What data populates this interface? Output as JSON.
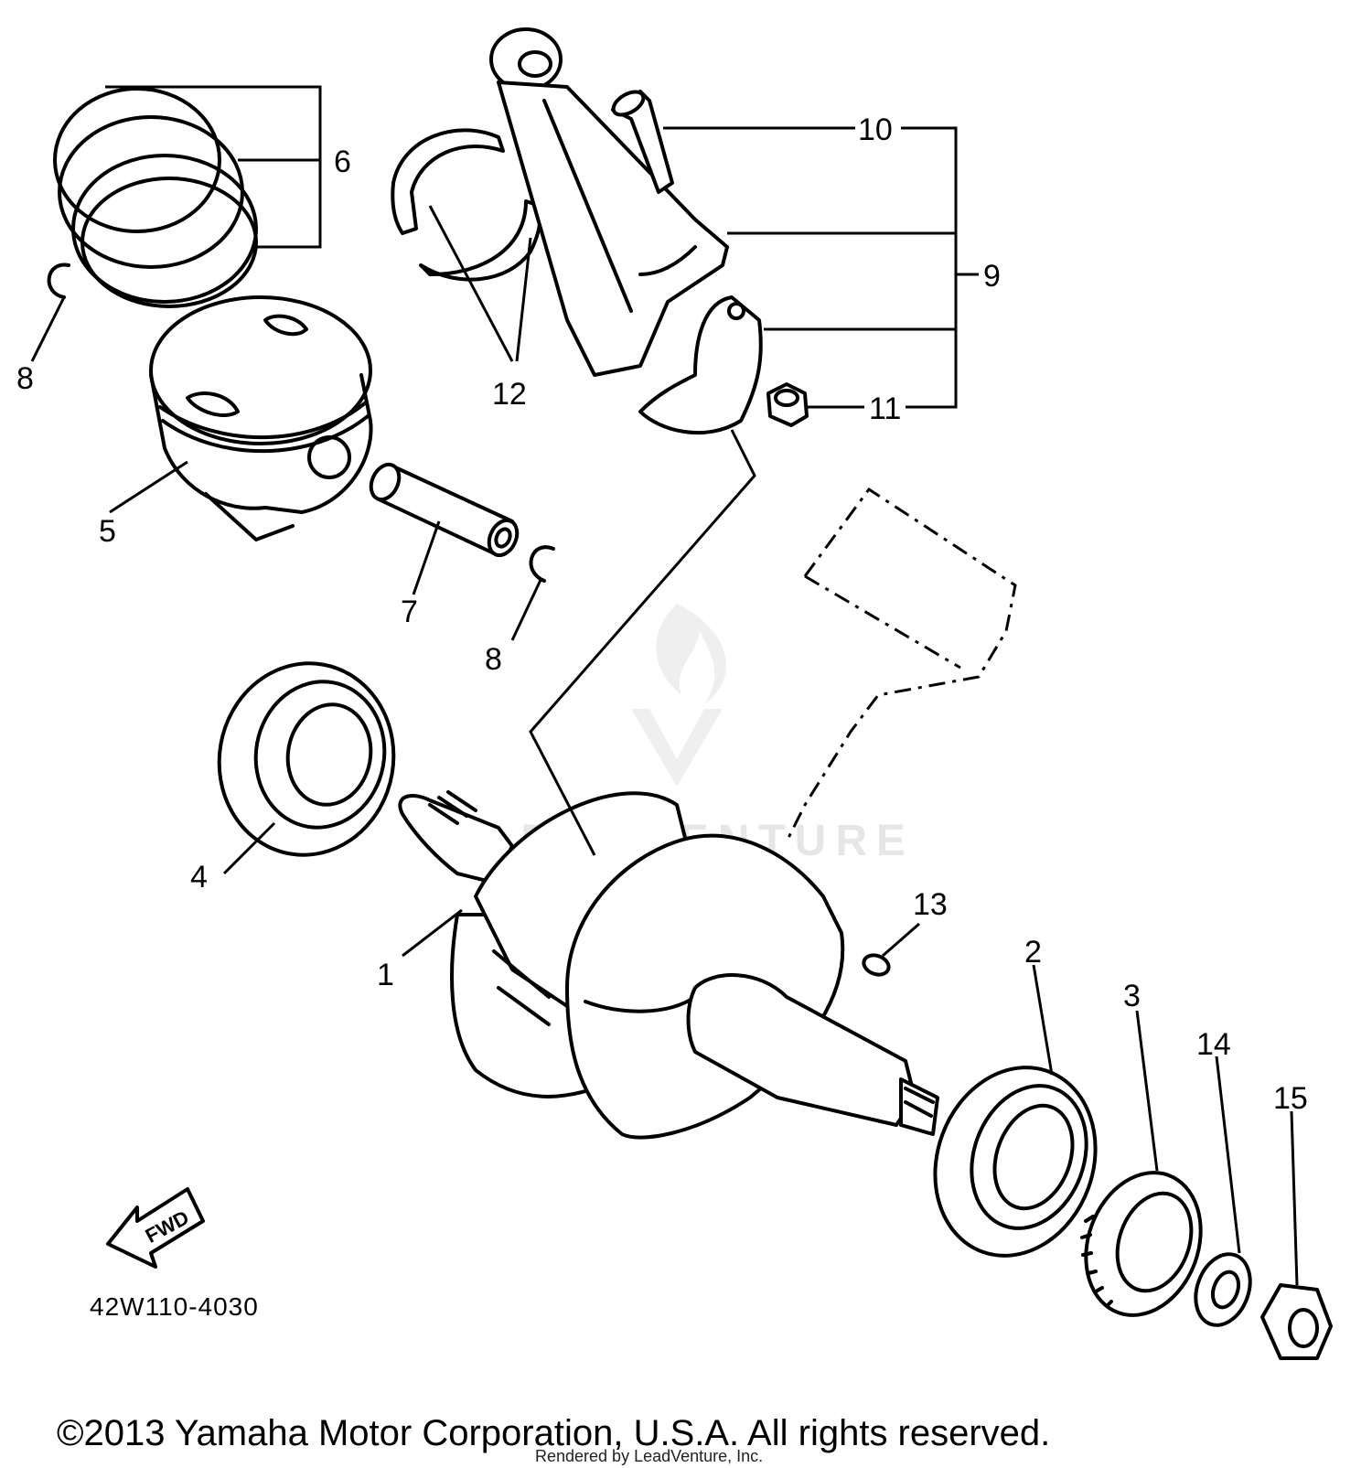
{
  "diagram": {
    "drawing_code": "42W110-4030",
    "copyright": "©2013 Yamaha Motor Corporation, U.S.A. All rights reserved.",
    "rendered_by": "Rendered by LeadVenture, Inc.",
    "watermark": "LEADVENTURE",
    "fwd_label": "FWD",
    "callouts": {
      "c1": "1",
      "c2": "2",
      "c3": "3",
      "c4": "4",
      "c5": "5",
      "c6": "6",
      "c7": "7",
      "c8a": "8",
      "c8b": "8",
      "c9": "9",
      "c10": "10",
      "c11": "11",
      "c12": "12",
      "c13": "13",
      "c14": "14",
      "c15": "15"
    }
  }
}
